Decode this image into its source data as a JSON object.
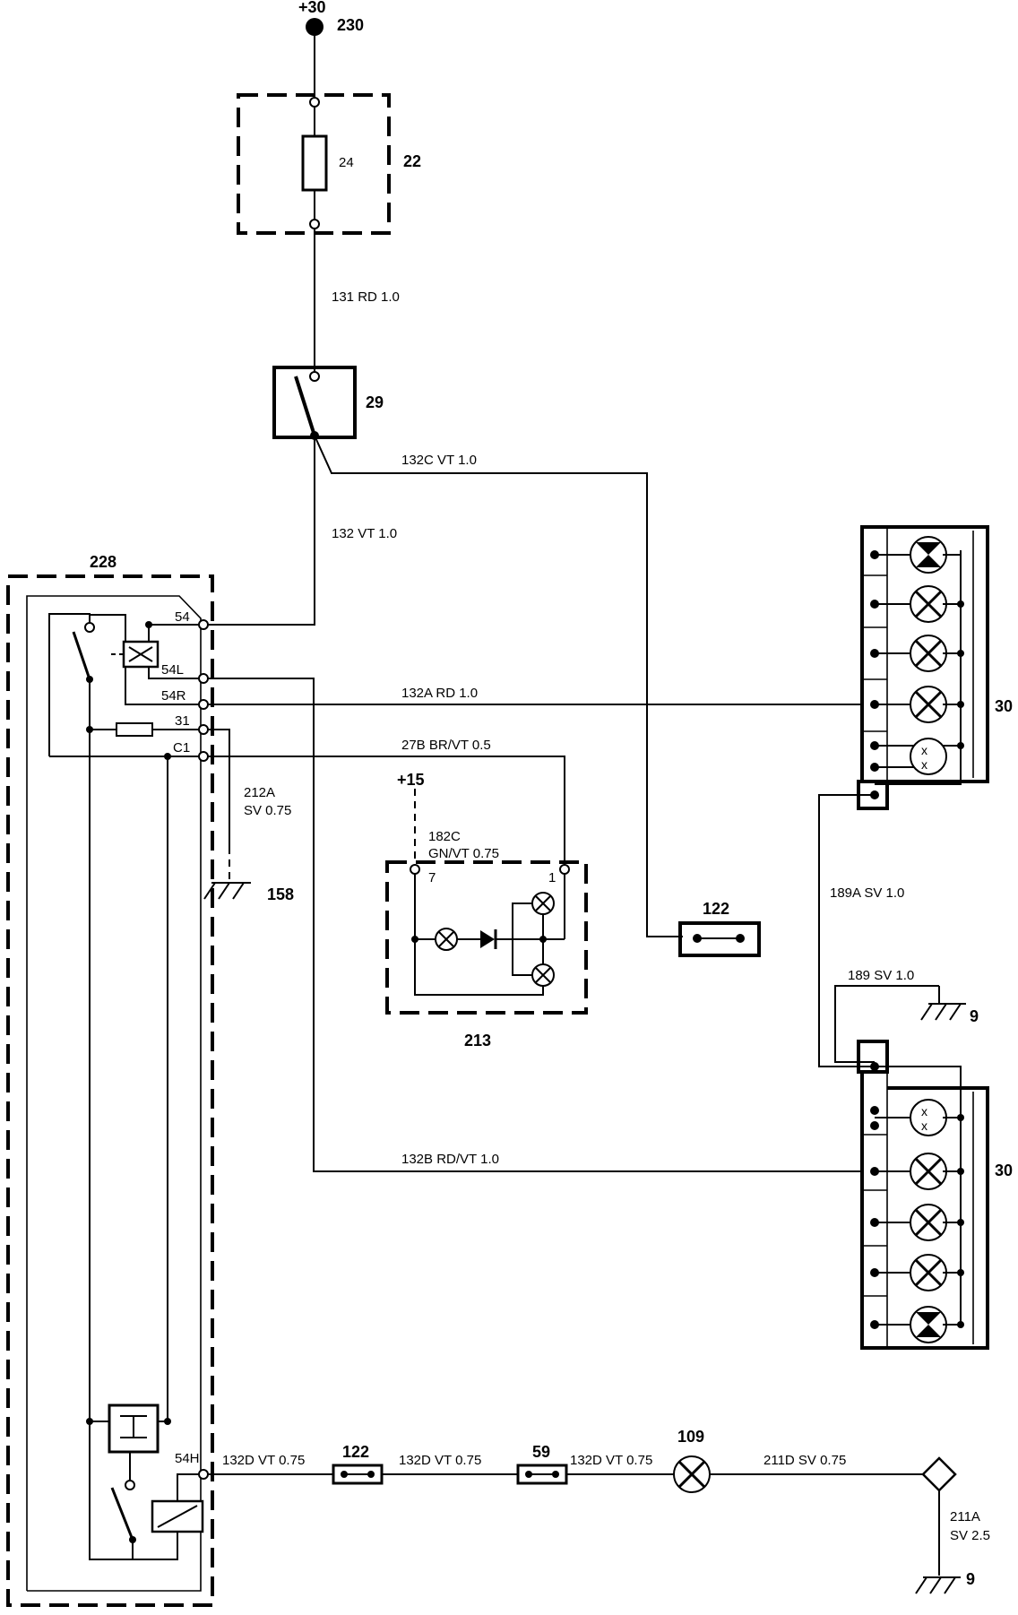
{
  "supply": {
    "terminal": "+30",
    "node": "230"
  },
  "fuse_box": {
    "id": "22",
    "fuse": "24"
  },
  "switch": {
    "id": "29"
  },
  "relay_module": {
    "id": "228",
    "pins": {
      "p54": "54",
      "p54L": "54L",
      "p54R": "54R",
      "p31": "31",
      "pC1": "C1",
      "p54H": "54H"
    }
  },
  "wires": {
    "w131": "131 RD 1.0",
    "w132C": "132C VT 1.0",
    "w132": "132 VT 1.0",
    "w132A": "132A RD 1.0",
    "w27B": "27B BR/VT 0.5",
    "w212A_1": "212A",
    "w212A_2": "SV 0.75",
    "w182C_1": "182C",
    "w182C_2": "GN/VT 0.75",
    "w189A": "189A SV 1.0",
    "w189": "189 SV 1.0",
    "w132B": "132B RD/VT 1.0",
    "w132D_a": "132D VT 0.75",
    "w132D_b": "132D VT 0.75",
    "w132D_c": "132D VT 0.75",
    "w211D": "211D SV 0.75",
    "w211A_1": "211A",
    "w211A_2": "SV 2.5"
  },
  "components": {
    "ground_158": "158",
    "plus15": "+15",
    "indicator_213": "213",
    "pin7": "7",
    "pin1": "1",
    "connector_122_top": "122",
    "ground_9_top": "9",
    "lamp_30_top": "30",
    "lamp_30_bottom": "30",
    "connector_122_bottom": "122",
    "connector_59": "59",
    "bulb_109": "109",
    "ground_9_bottom": "9"
  }
}
